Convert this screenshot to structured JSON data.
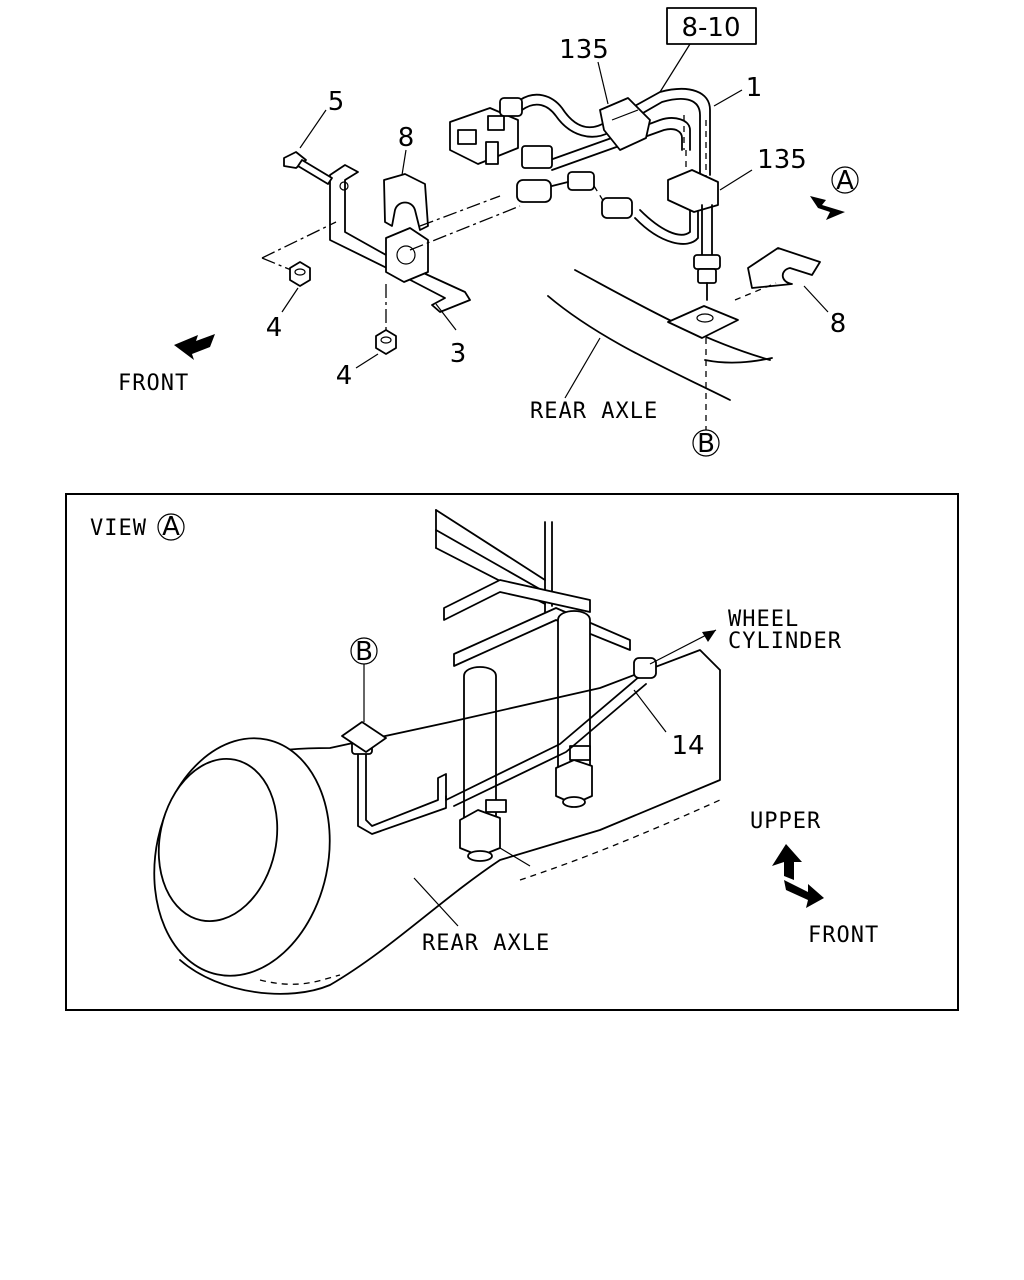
{
  "top_view": {
    "ref_box": "8-10",
    "callouts": {
      "c135a": "135",
      "c1": "1",
      "c135b": "135",
      "c5": "5",
      "c8a": "8",
      "c8b": "8",
      "c4a": "4",
      "c4b": "4",
      "c3": "3"
    },
    "view_marker": "A",
    "section_marker": "B",
    "front_label": "FRONT",
    "axle_label": "REAR AXLE"
  },
  "view_a": {
    "title": "VIEW",
    "title_marker": "A",
    "section_marker": "B",
    "wheel_label_1": "WHEEL",
    "wheel_label_2": "CYLINDER",
    "callout_14": "14",
    "upper_label": "UPPER",
    "front_label": "FRONT",
    "axle_label": "REAR AXLE"
  }
}
